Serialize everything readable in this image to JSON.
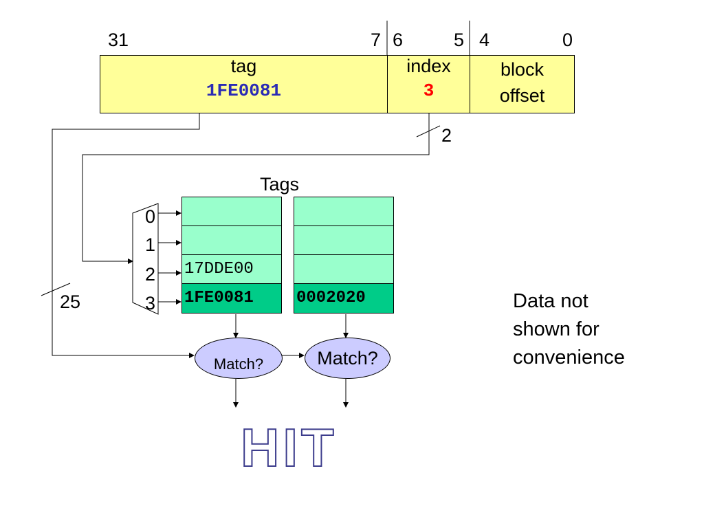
{
  "address": {
    "bit_labels": [
      "31",
      "7",
      "6",
      "5",
      "4",
      "0"
    ],
    "tag": {
      "label": "tag",
      "value": "1FE0081",
      "value_color": "#2b2bb5"
    },
    "index": {
      "label": "index",
      "value": "3",
      "value_color": "#ff0000"
    },
    "offset": {
      "label_line1": "block",
      "label_line2": "offset"
    }
  },
  "widths": {
    "index_bits": "2",
    "tag_bits": "25"
  },
  "tags_title": "Tags",
  "row_numbers": [
    "0",
    "1",
    "2",
    "3"
  ],
  "ways": [
    {
      "rows": [
        "",
        "",
        "17DDE00",
        "1FE0081"
      ]
    },
    {
      "rows": [
        "",
        "",
        "",
        "0002020"
      ]
    }
  ],
  "comparators": [
    "Match?",
    "Match?"
  ],
  "note": "Data not\nshown for\nconvenience",
  "result": "HIT",
  "colors": {
    "field_fill": "#ffff99",
    "tag_row_fill": "#99ffcc",
    "selected_row_fill": "#00cc88",
    "comparator_fill": "#ccccff",
    "hit_outline": "#3c3c8c"
  }
}
